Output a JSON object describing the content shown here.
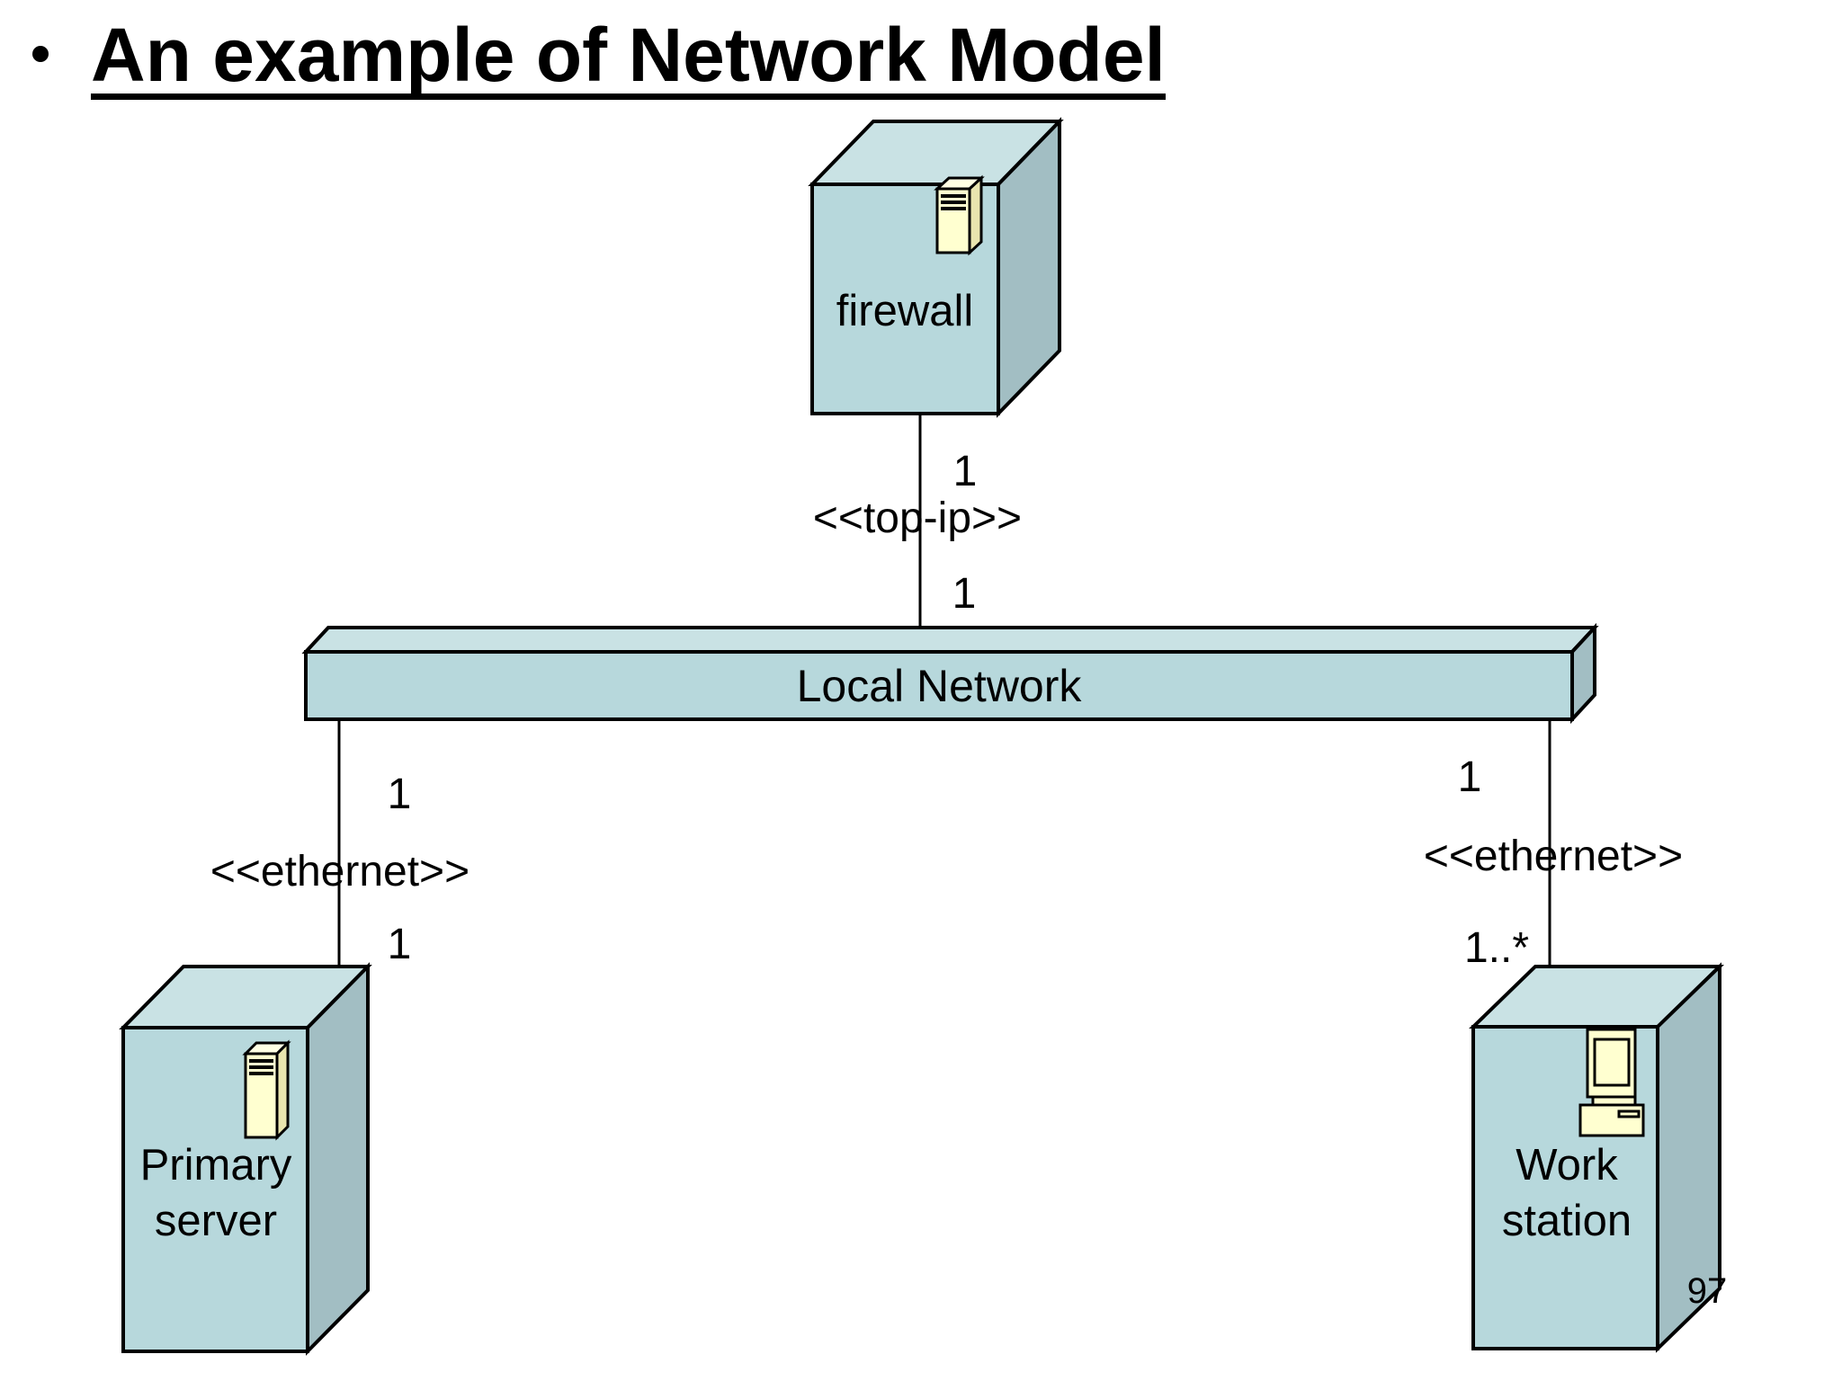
{
  "slide": {
    "title": "An example of Network Model",
    "page_number": "97"
  },
  "diagram": {
    "nodes": {
      "firewall": {
        "label": "firewall"
      },
      "local_network": {
        "label": "Local Network"
      },
      "primary_server": {
        "label_line1": "Primary",
        "label_line2": "server"
      },
      "workstation": {
        "label_line1": "Work",
        "label_line2": "station"
      }
    },
    "links": {
      "firewall_lan": {
        "mult_near_firewall": "1",
        "stereotype": "<<top-ip>>",
        "mult_near_lan": "1"
      },
      "lan_primary_server": {
        "mult_near_lan": "1",
        "stereotype": "<<ethernet>>",
        "mult_near_server": "1"
      },
      "lan_workstation": {
        "mult_near_lan": "1",
        "stereotype": "<<ethernet>>",
        "mult_near_workstation": "1..*"
      }
    },
    "colors": {
      "node_front": "#b7d8dc",
      "node_top": "#c9e2e4",
      "node_side": "#a2bec3",
      "icon_front": "#ffffd0",
      "icon_top": "#ffffe4",
      "icon_side": "#e9e5af",
      "outline": "#000000",
      "text": "#000000",
      "background": "#ffffff"
    }
  }
}
